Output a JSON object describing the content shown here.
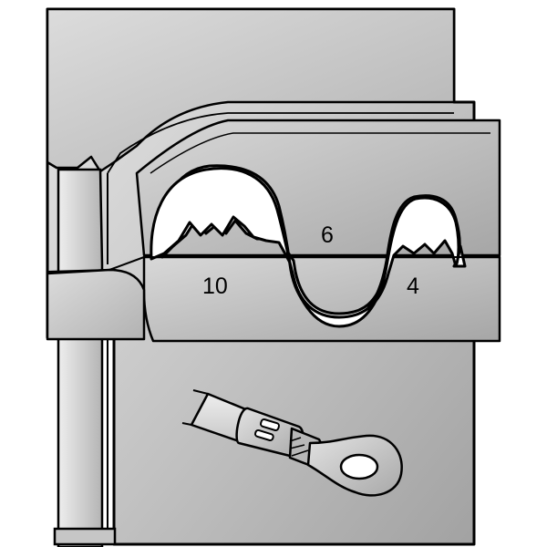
{
  "diagram": {
    "labels": [
      {
        "id": "size-10",
        "text": "10"
      },
      {
        "id": "size-6",
        "text": "6"
      },
      {
        "id": "size-4",
        "text": "4"
      }
    ],
    "icons": {
      "terminal": "ring-cable-lug-icon"
    },
    "colors": {
      "outline": "#000000",
      "plate_light": "#e4e4e4",
      "plate_dark": "#9a9a9a",
      "cavity": "#ffffff"
    }
  }
}
